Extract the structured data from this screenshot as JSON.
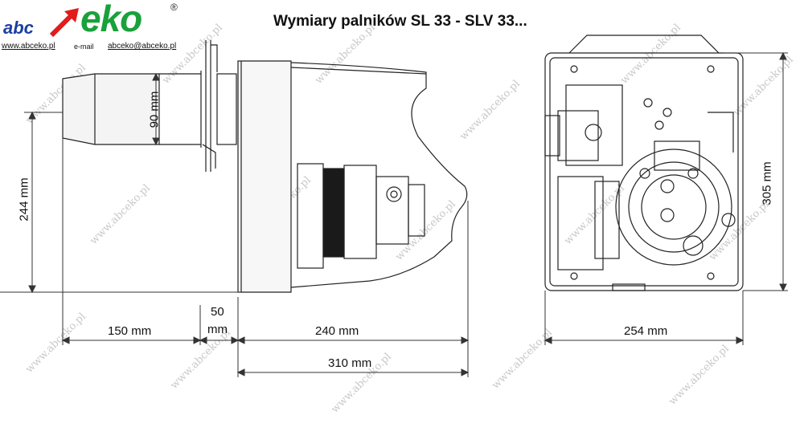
{
  "logo": {
    "abc": "abc",
    "eko": "eko",
    "registered": "®",
    "www": "www.abceko.pl",
    "email_label": "e-mail",
    "email": "abceko@abceko.pl"
  },
  "title": "Wymiary palników SL 33 - SLV 33...",
  "dimensions": {
    "d90": "90 mm",
    "d244": "244 mm",
    "d150": "150 mm",
    "d50_value": "50",
    "d50_unit": "mm",
    "d240": "240 mm",
    "d310": "310 mm",
    "d254": "254 mm",
    "d305": "305 mm"
  },
  "watermark": "www.abceko.pl",
  "colors": {
    "line": "#222222",
    "brand_blue": "#1a3fa3",
    "brand_green": "#19a13a",
    "arrow_red": "#e21b1b"
  }
}
